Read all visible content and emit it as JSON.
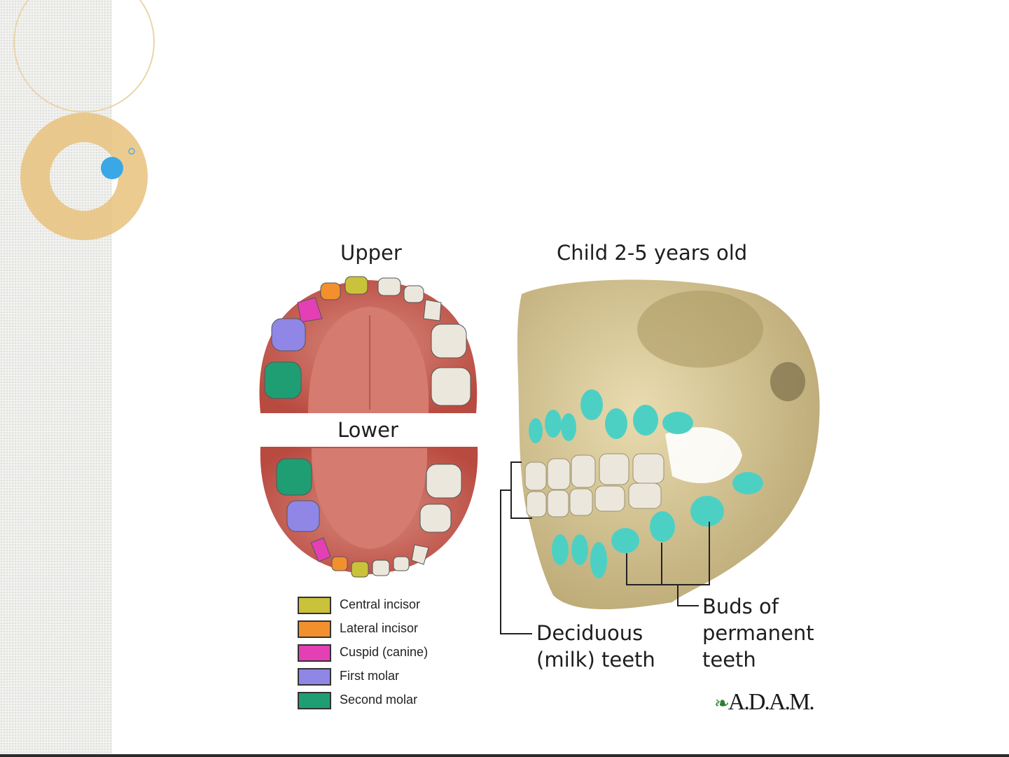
{
  "figure": {
    "upper_label": "Upper",
    "lower_label": "Lower",
    "child_label": "Child 2-5 years old",
    "deciduous_label": "Deciduous\n(milk) teeth",
    "buds_label": "Buds of\npermanent\nteeth",
    "logo_text": "A.D.A.M."
  },
  "legend": [
    {
      "label": "Central incisor",
      "color": "#c9c23a"
    },
    {
      "label": "Lateral incisor",
      "color": "#f2902e"
    },
    {
      "label": "Cuspid (canine)",
      "color": "#e43fb4"
    },
    {
      "label": "First molar",
      "color": "#8f86e6"
    },
    {
      "label": "Second molar",
      "color": "#1f9e74"
    }
  ],
  "colors": {
    "gum": "#c9564c",
    "palate": "#d2766b",
    "tooth": "#ece7dc",
    "skull": "#d8c99a",
    "bud": "#4dd0c4",
    "accent_ring": "#e9c88a",
    "accent_dot": "#3aa7e6"
  }
}
